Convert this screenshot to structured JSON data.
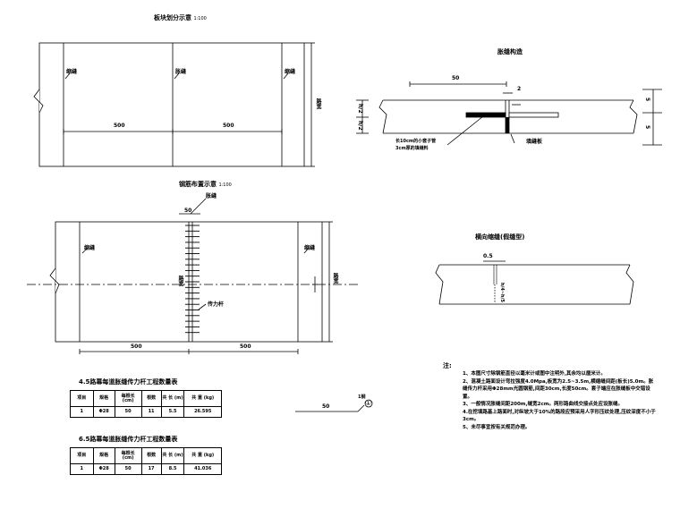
{
  "slab_plan": {
    "title": "板块划分示意",
    "scale": "1:100",
    "label_left": "缩缝",
    "label_mid": "胀缝",
    "label_right": "缩缝",
    "dim_left": "500",
    "dim_right": "500",
    "width_label": "路宽"
  },
  "joint_detail": {
    "title": "胀缝构造",
    "dim_top": "50",
    "dim_gap": "2",
    "h_top": "h/2",
    "h_bot": "h/2",
    "note1": "长10cm的小套子管",
    "note2": "3cm厚的填缝料",
    "right_label": "填缝板",
    "dim_r1": "5",
    "dim_r2": "5"
  },
  "rebar_layout": {
    "title": "钢筋布置示意",
    "scale": "1:100",
    "label_top": "胀缝",
    "dim_top": "50",
    "label_left": "缩缝",
    "label_right": "缩缝",
    "label_bar": "传力杆",
    "label_mid": "路宽",
    "dim_left": "500",
    "dim_right": "500",
    "width_label": "路宽"
  },
  "transverse_joint": {
    "title": "横向缩缝(假缝型)",
    "dim_top": "0.5",
    "depth_label": "h/4~h/5"
  },
  "leader": {
    "dim": "50",
    "label": "1钢",
    "circle": "①"
  },
  "table1": {
    "title": "4.5路幕每道胀缝传力杆工程数量表",
    "headers": [
      "项目",
      "规格",
      "每根长 (cm)",
      "根数",
      "共 长 (m)",
      "共 重 (kg)"
    ],
    "row": [
      "1",
      "Φ28",
      "50",
      "11",
      "5.5",
      "26.595"
    ]
  },
  "table2": {
    "title": "6.5路幕每道胀缝传力杆工程数量表",
    "headers": [
      "项目",
      "规格",
      "每根长 (cm)",
      "根数",
      "共 长 (m)",
      "共 重 (kg)"
    ],
    "row": [
      "1",
      "Φ28",
      "50",
      "17",
      "8.5",
      "41.036"
    ]
  },
  "notes": {
    "label": "注:",
    "items": [
      "1、本图尺寸除钢筋直径以毫米计或图中注明外,其余均以厘米计。",
      "2、混凝土路面设计弯拉强度4.0Mpa,板宽为2.5~3.5m,横缩缝间距(板长)5.0m。胀缝传力杆采用Φ28mm光圆钢筋,间距30cm,长度50cm。套子端应在胀缝板中交错设置。",
      "3、一般情况胀缝间距200m,缝宽2cm。两形路曲线交接点处应设胀缝。",
      "4.在挖填路基上路面时,对纵坡大于10%的路段应预采用人字形压纹处理,压纹深度不小于3cm。",
      "5、未尽事宜按有关规范办理。"
    ]
  }
}
